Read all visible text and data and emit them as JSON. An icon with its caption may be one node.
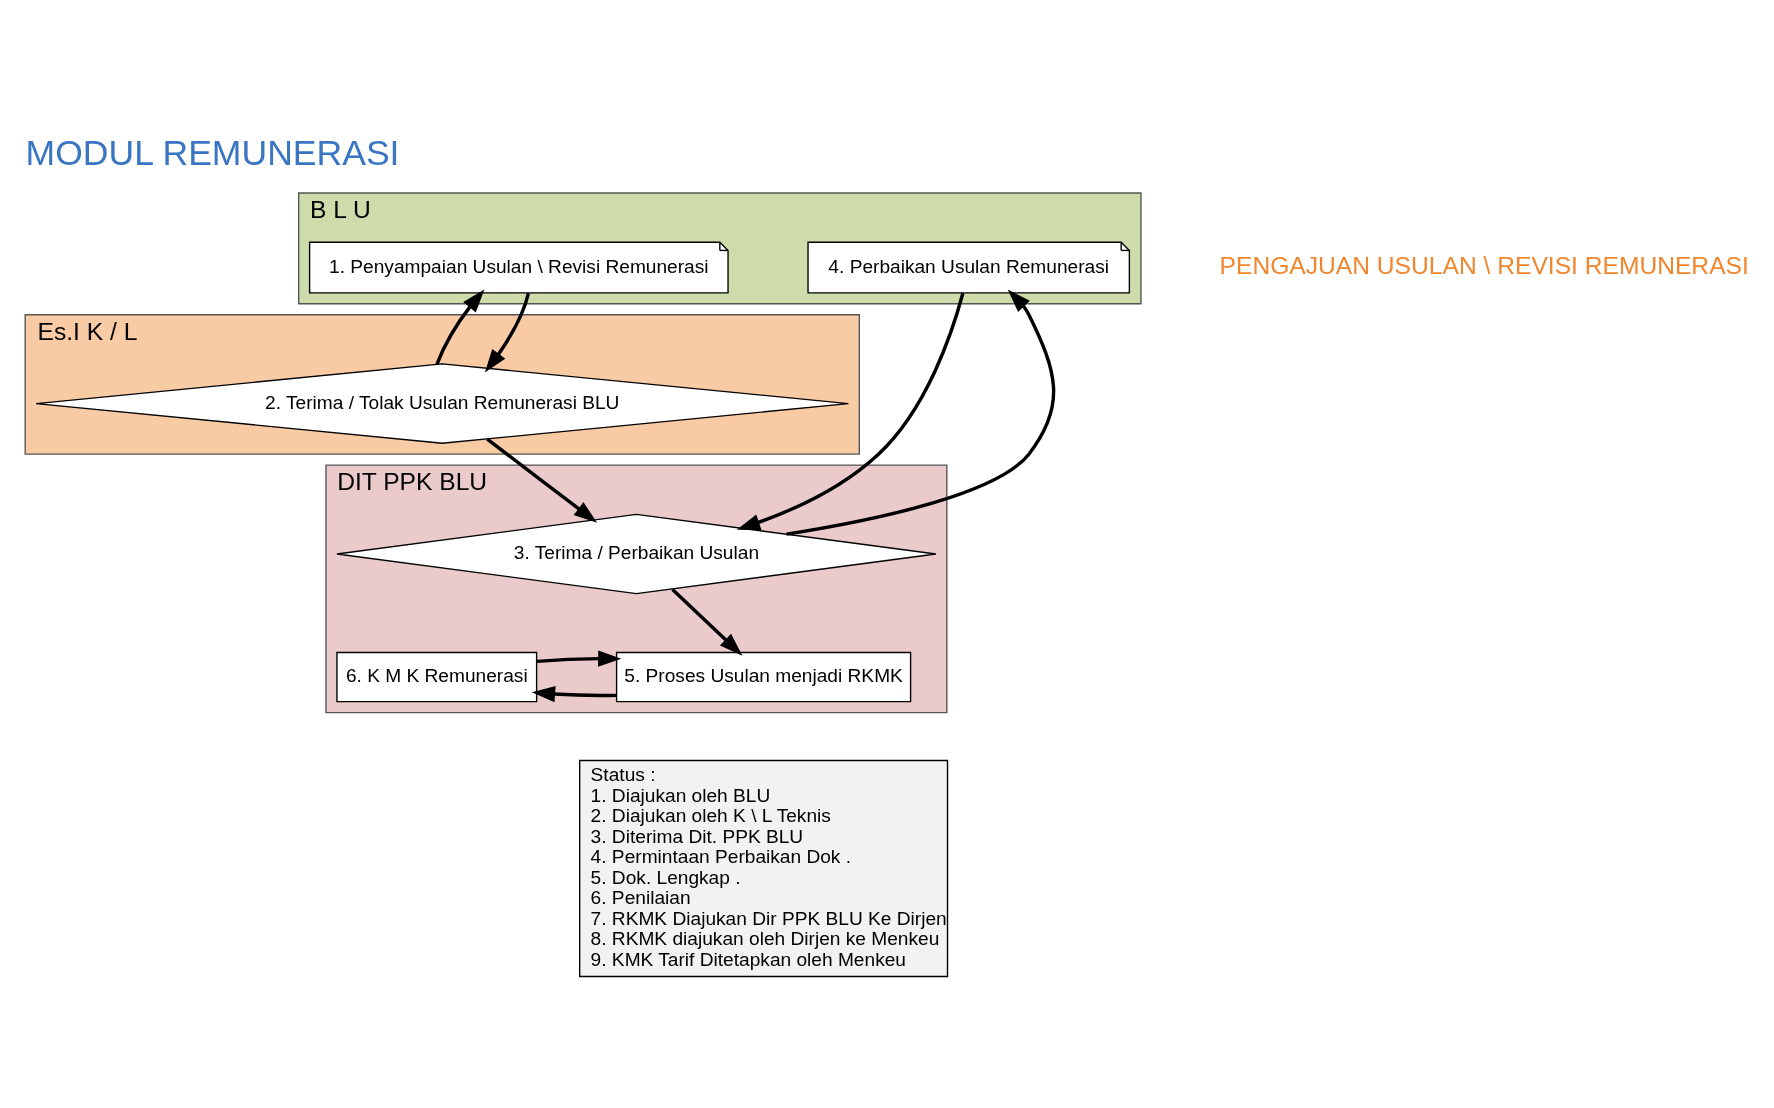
{
  "diagram": {
    "title": "MODUL REMUNERASI",
    "nodes": [
      {
        "text": [
          "B L U"
        ]
      },
      {
        "text": [
          "Es.I K / L"
        ]
      },
      {
        "text": [
          "DIT PPK BLU"
        ]
      },
      {
        "text": [
          "1. Penyampaian Usulan \\ Revisi Remunerasi"
        ],
        "in": 0
      },
      {
        "text": [
          "4. Perbaikan Usulan Remunerasi"
        ],
        "in": 0
      },
      {
        "text": [
          "2. Terima / Tolak Usulan Remunerasi BLU"
        ],
        "in": 1
      },
      {
        "text": [
          "3. Terima / Perbaikan Usulan"
        ],
        "in": 2
      },
      {
        "text": [
          "5. Proses Usulan menjadi RKMK"
        ],
        "in": 2
      },
      {
        "text": [
          "6. K M K Remunerasi"
        ],
        "in": 2
      },
      {
        "text": [
          "Status :",
          "1. Diajukan oleh BLU",
          "2. Diajukan oleh K \\ L Teknis",
          "3. Diterima Dit. PPK BLU",
          "4. Permintaan Perbaikan Dok .",
          "5. Dok. Lengkap .",
          "6. Penilaian",
          "7. RKMK Diajukan Dir PPK BLU Ke Dirjen",
          "8. RKMK diajukan oleh Dirjen ke Menkeu",
          "9. KMK Tarif Ditetapkan oleh Menkeu"
        ]
      }
    ],
    "edges": [
      {
        "from": 3,
        "to": 5,
        "arrow": "to"
      },
      {
        "from": 5,
        "to": 3,
        "arrow": "to"
      },
      {
        "from": 5,
        "to": 6,
        "arrow": "to"
      },
      {
        "from": 6,
        "to": 4,
        "arrow": "to"
      },
      {
        "from": 4,
        "to": 6,
        "arrow": "to"
      },
      {
        "from": 6,
        "to": 7,
        "arrow": "to"
      },
      {
        "from": 7,
        "to": 8,
        "arrow": "to"
      },
      {
        "from": 8,
        "to": 7,
        "arrow": "to"
      }
    ],
    "labels": [
      "PENGAJUAN USULAN \\ REVISI REMUNERASI"
    ]
  }
}
